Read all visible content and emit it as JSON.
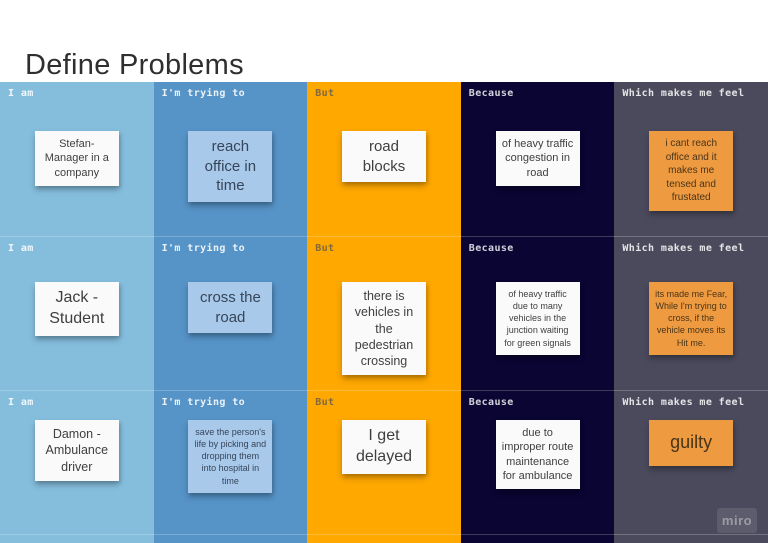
{
  "page": {
    "title": "Define Problems"
  },
  "watermark": "miro",
  "board": {
    "note_colors": {
      "white": "#fafafa",
      "blue": "#a9c9ea",
      "orange": "#ee9a41"
    },
    "columns": [
      {
        "key": "i-am",
        "label": "I am",
        "bg": "#85bedd",
        "label_color": "rgba(255,255,255,0.88)"
      },
      {
        "key": "im-trying-to",
        "label": "I'm trying to",
        "bg": "#5693c7",
        "label_color": "rgba(255,255,255,0.88)"
      },
      {
        "key": "but",
        "label": "But",
        "bg": "#ffa800",
        "label_color": "rgba(115,98,70,0.9)"
      },
      {
        "key": "because",
        "label": "Because",
        "bg": "#0a0533",
        "label_color": "rgba(255,255,255,0.82)"
      },
      {
        "key": "which-makes-me-feel",
        "label": "Which makes me feel",
        "bg": "#4b4a5c",
        "label_color": "rgba(255,255,255,0.85)"
      }
    ],
    "rows": [
      {
        "notes": [
          {
            "text": "Stefan-Manager in a company",
            "color": "white",
            "size": "m"
          },
          {
            "text": "reach office in time",
            "color": "blue",
            "size": "l"
          },
          {
            "text": "road blocks",
            "color": "white",
            "size": "l"
          },
          {
            "text": "of heavy traffic congestion in road",
            "color": "white",
            "size": "m"
          },
          {
            "text": "i cant reach office and it makes me tensed and frustated",
            "color": "orange",
            "size": "s"
          }
        ]
      },
      {
        "notes": [
          {
            "text": "Jack - Student",
            "color": "white",
            "size": "xl"
          },
          {
            "text": "cross the road",
            "color": "blue",
            "size": "l"
          },
          {
            "text": "there is vehicles in the pedestrian crossing",
            "color": "white",
            "size": "ml"
          },
          {
            "text": "of heavy traffic due to many vehicles in the junction waiting for green signals",
            "color": "white",
            "size": "xs"
          },
          {
            "text": "its made me Fear, While I'm trying to cross, if the vehicle moves its Hit me.",
            "color": "orange",
            "size": "xs"
          }
        ]
      },
      {
        "notes": [
          {
            "text": "Damon - Ambulance driver",
            "color": "white",
            "size": "ml"
          },
          {
            "text": "save the person's life by picking and dropping them into hospital in time",
            "color": "blue",
            "size": "xs"
          },
          {
            "text": "I get delayed",
            "color": "white",
            "size": "xl"
          },
          {
            "text": "due to improper route maintenance for ambulance",
            "color": "white",
            "size": "m"
          },
          {
            "text": "guilty",
            "color": "orange",
            "size": "xxl"
          }
        ]
      }
    ]
  }
}
